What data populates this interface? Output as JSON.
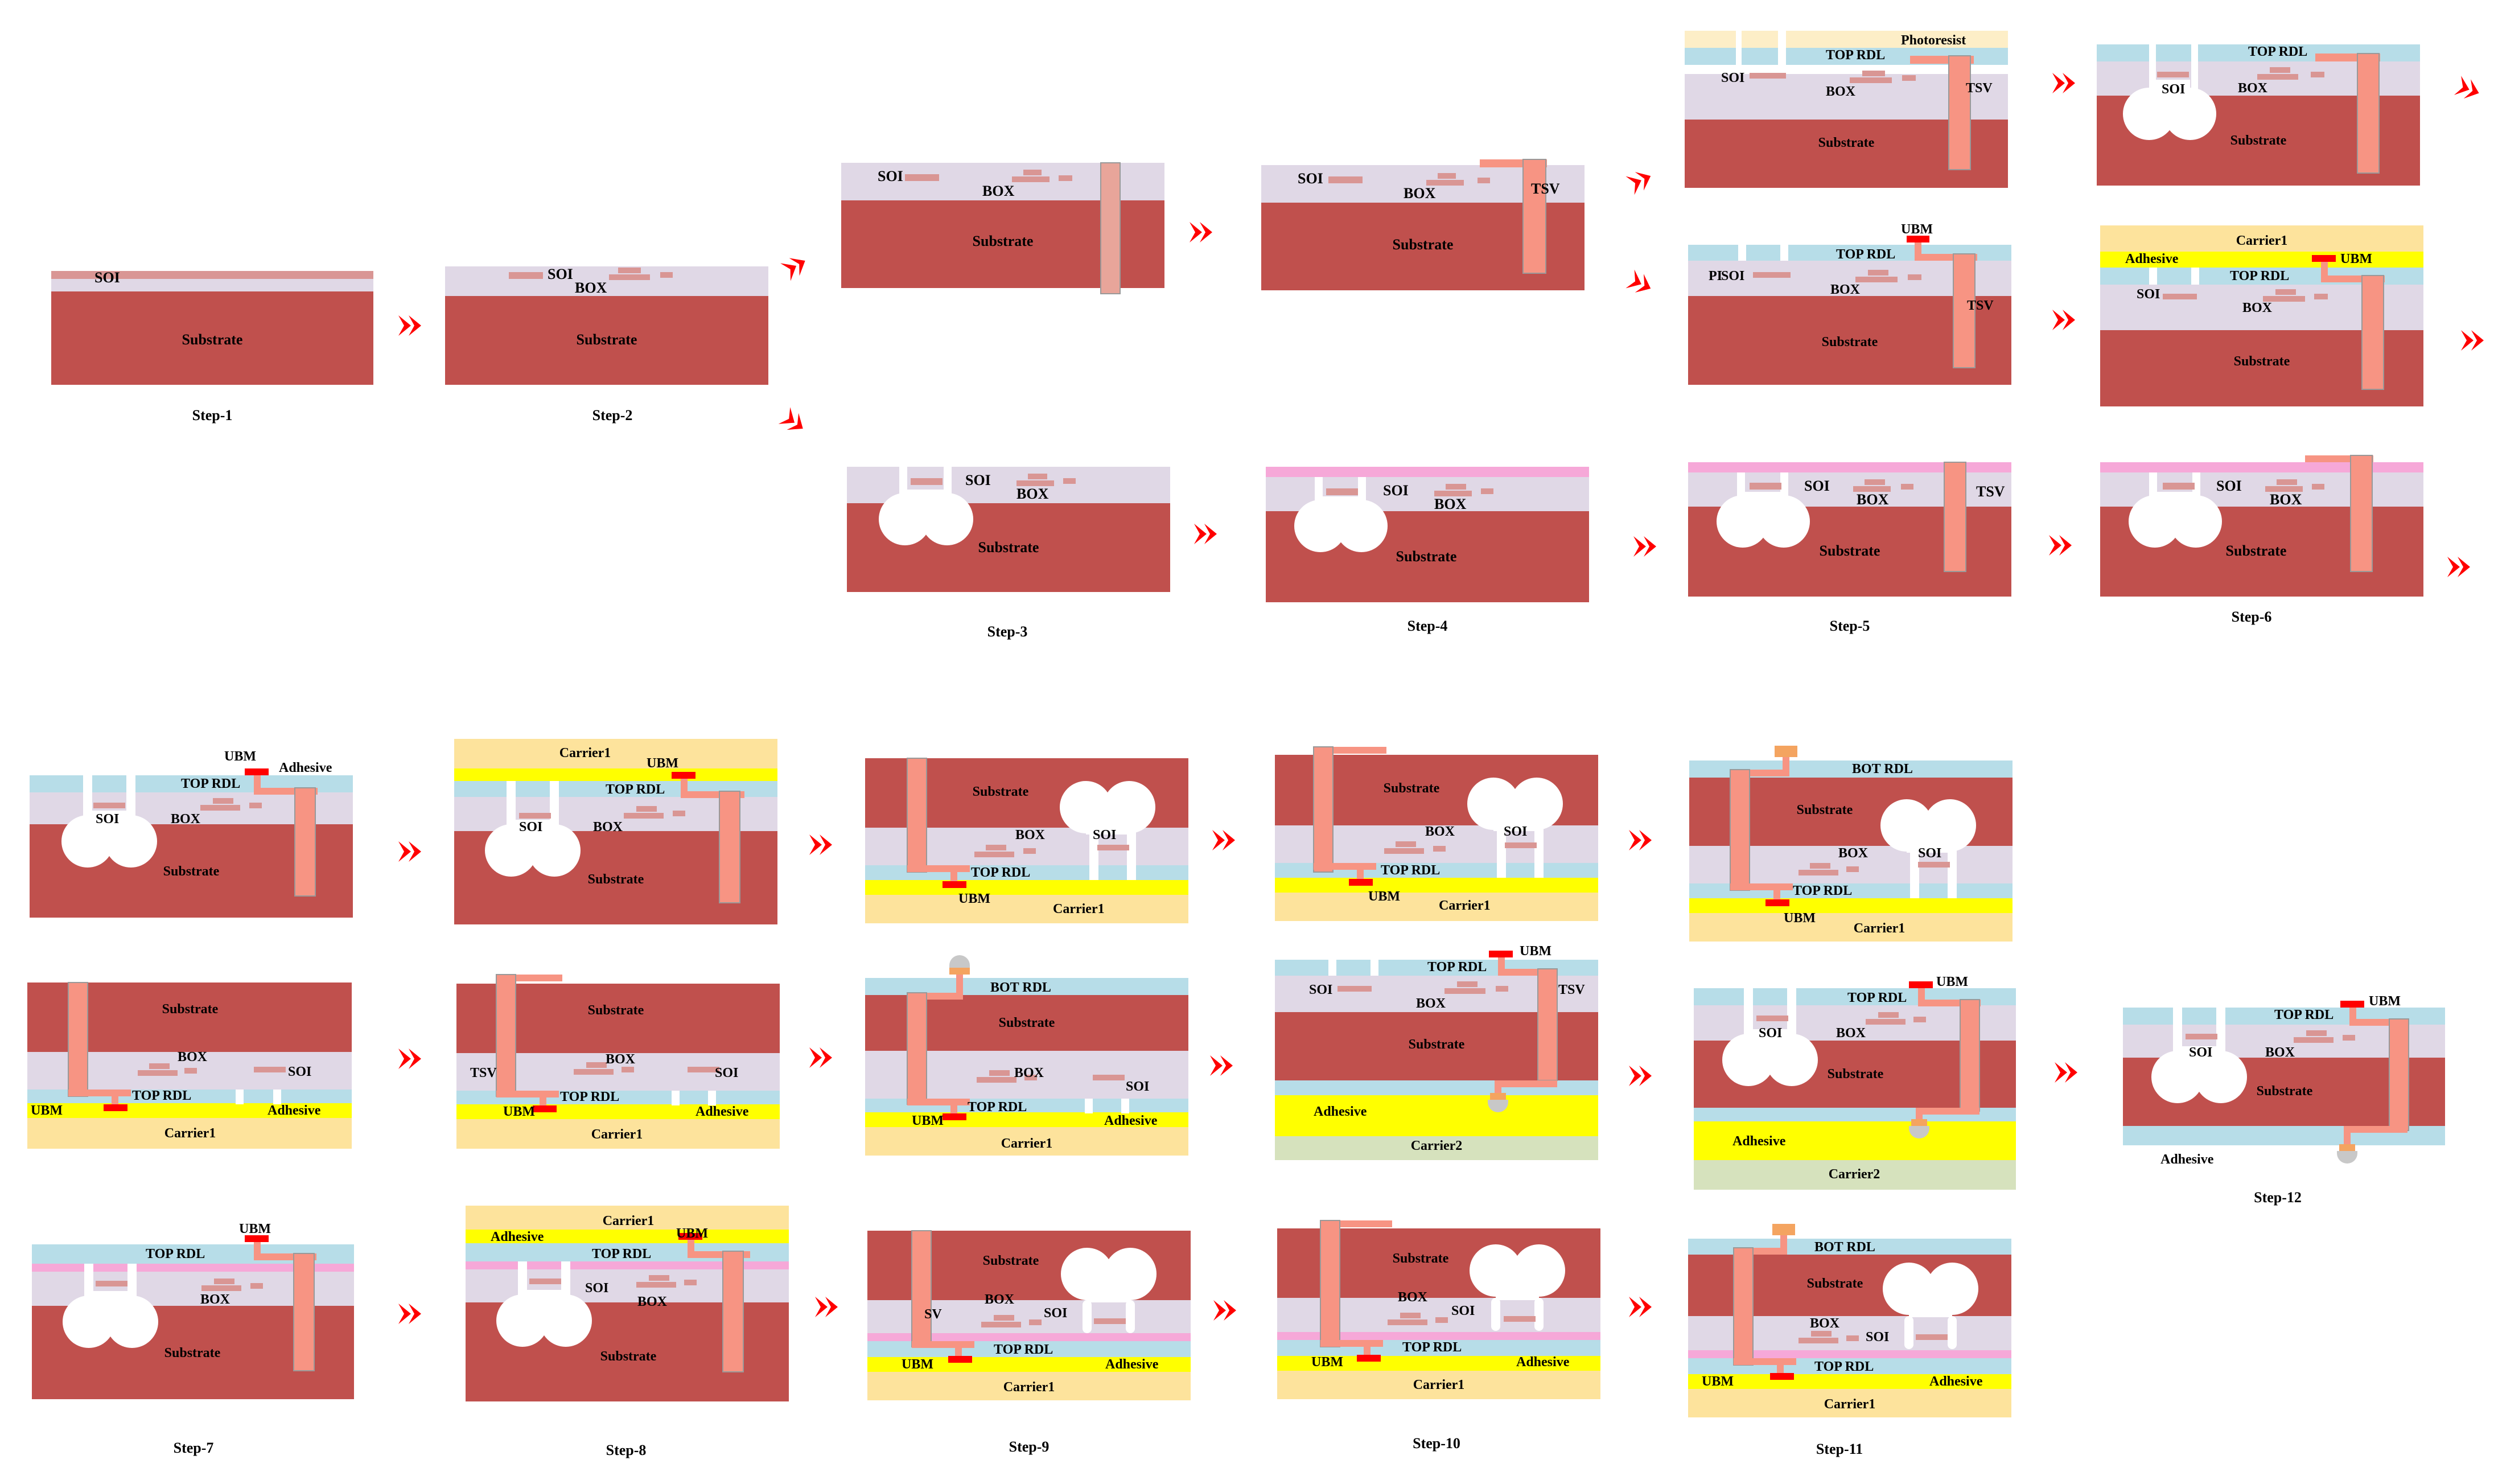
{
  "colors": {
    "substrate": "#c0504d",
    "box": "#e0d8e6",
    "rdl_layer": "#b7dde8",
    "metal": "#f79483",
    "device": "#d99694",
    "ubm": "#ff0000",
    "carrier1": "#fde39c",
    "carrier2": "#d6e2bd",
    "adhesive": "#ffff00",
    "photoresist": "#fdeec7",
    "passivation": "#f6a8d8",
    "bump_solder": "#c8c8c8",
    "bump_cap": "#f4a460",
    "arrow": "#ff0000"
  },
  "labels": {
    "soi": "SOI",
    "box": "BOX",
    "substrate": "Substrate",
    "tsv": "TSV",
    "top_rdl": "TOP RDL",
    "bot_rdl": "BOT RDL",
    "ubm": "UBM",
    "adhesive": "Adhesive",
    "carrier1": "Carrier1",
    "carrier2": "Carrier2",
    "photoresist": "Photoresist",
    "pi": "PI",
    "sv_partial": "SV"
  },
  "steps": [
    "Step-1",
    "Step-2",
    "Step-3",
    "Step-4",
    "Step-5",
    "Step-6",
    "Step-7",
    "Step-8",
    "Step-9",
    "Step-10",
    "Step-11",
    "Step-12"
  ]
}
